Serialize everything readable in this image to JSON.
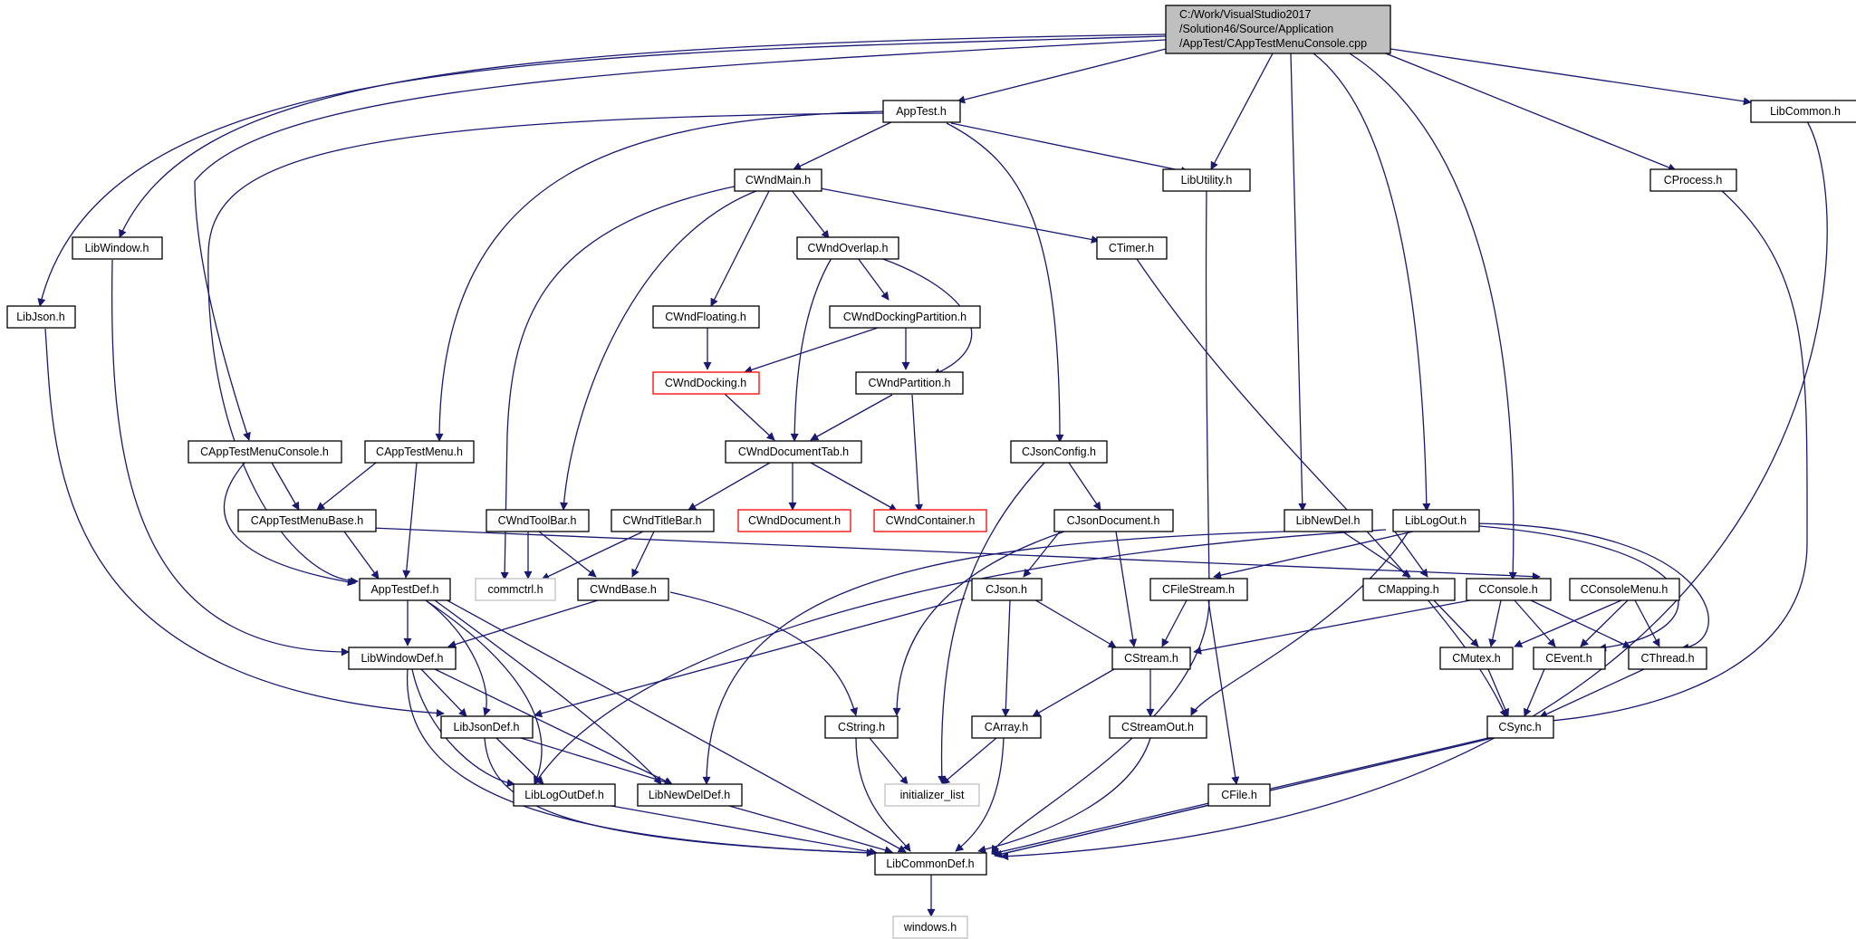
{
  "root_file": {
    "line1": "C:/Work/VisualStudio2017",
    "line2": "/Solution46/Source/Application",
    "line3": "/AppTest/CAppTestMenuConsole.cpp"
  },
  "headers": {
    "apptest": "AppTest.h",
    "libcommon": "LibCommon.h",
    "libutility": "LibUtility.h",
    "cprocess": "CProcess.h",
    "cwndmain": "CWndMain.h",
    "libwindow": "LibWindow.h",
    "cwndoverlap": "CWndOverlap.h",
    "ctimer": "CTimer.h",
    "libjson": "LibJson.h",
    "cwndfloating": "CWndFloating.h",
    "cwnddockingpartition": "CWndDockingPartition.h",
    "cwnddocking": "CWndDocking.h",
    "cwndpartition": "CWndPartition.h",
    "capptestmenuconsole": "CAppTestMenuConsole.h",
    "capptestmenu": "CAppTestMenu.h",
    "cwnddocumenttab": "CWndDocumentTab.h",
    "cjsonconfig": "CJsonConfig.h",
    "capptestmenubase": "CAppTestMenuBase.h",
    "cwndtoolbar": "CWndToolBar.h",
    "cwndtitlebar": "CWndTitleBar.h",
    "cwnddocument": "CWndDocument.h",
    "cwndcontainer": "CWndContainer.h",
    "cjsondocument": "CJsonDocument.h",
    "libnewdel": "LibNewDel.h",
    "liblogout": "LibLogOut.h",
    "apptestdef": "AppTestDef.h",
    "commctrl": "commctrl.h",
    "cwndbase": "CWndBase.h",
    "cjson": "CJson.h",
    "cfilestream": "CFileStream.h",
    "cmapping": "CMapping.h",
    "cconsole": "CConsole.h",
    "cconsolemenu": "CConsoleMenu.h",
    "libwindowdef": "LibWindowDef.h",
    "cstream": "CStream.h",
    "cmutex": "CMutex.h",
    "cevent": "CEvent.h",
    "cthread": "CThread.h",
    "libjsondef": "LibJsonDef.h",
    "cstring": "CString.h",
    "carray": "CArray.h",
    "cstreamout": "CStreamOut.h",
    "csync": "CSync.h",
    "liblogoutdef": "LibLogOutDef.h",
    "libnewdeldef": "LibNewDelDef.h",
    "initializer_list": "initializer_list",
    "cfile": "CFile.h",
    "libcommondef": "LibCommonDef.h",
    "windows": "windows.h"
  },
  "colors": {
    "edge": "#191970",
    "node_border": "#000000",
    "root_fill": "#bfbfbf",
    "missing_border": "#ff0000",
    "system_border": "#bfbfbf"
  }
}
